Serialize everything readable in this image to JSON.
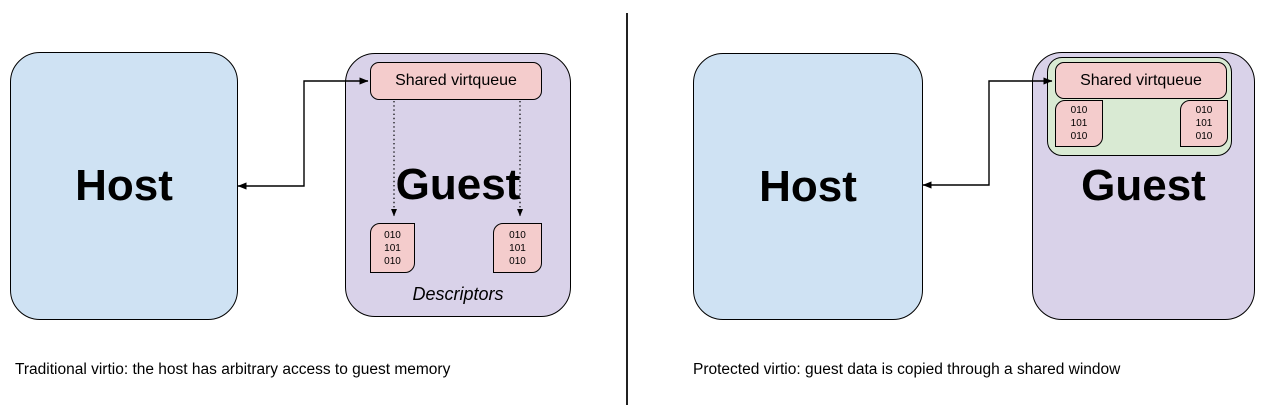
{
  "colors": {
    "background": "#ffffff",
    "stroke": "#000000",
    "divider": "#212121",
    "host_fill": "#cfe2f3",
    "guest_fill": "#d9d2e9",
    "queue_fill": "#f4cccc",
    "window_fill": "#d9ead3"
  },
  "panels": [
    {
      "name": "traditional-virtio",
      "host_label": "Host",
      "guest_label": "Guest",
      "virtqueue_label": "Shared virtqueue",
      "descriptors_label": "Descriptors",
      "descriptor_boxes": [
        {
          "lines": [
            "010",
            "101",
            "010"
          ]
        },
        {
          "lines": [
            "010",
            "101",
            "010"
          ]
        }
      ],
      "caption": "Traditional virtio: the host has arbitrary access to guest memory"
    },
    {
      "name": "protected-virtio",
      "host_label": "Host",
      "guest_label": "Guest",
      "virtqueue_label": "Shared virtqueue",
      "descriptor_boxes": [
        {
          "lines": [
            "010",
            "101",
            "010"
          ]
        },
        {
          "lines": [
            "010",
            "101",
            "010"
          ]
        }
      ],
      "caption": "Protected virtio: guest data is copied through a shared window"
    }
  ]
}
